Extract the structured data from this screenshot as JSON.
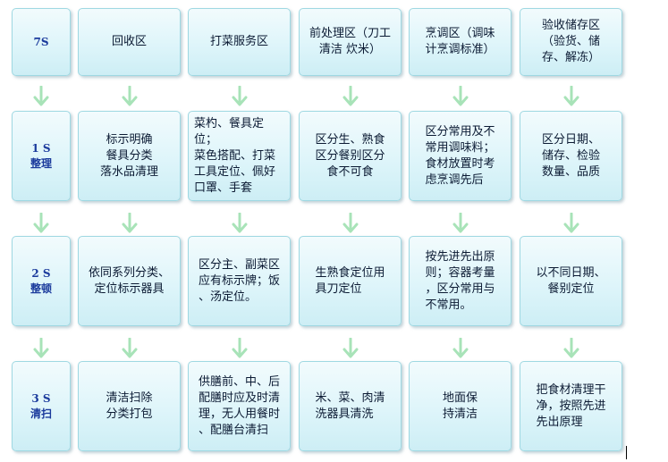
{
  "rows": [
    {
      "id": "row-7s",
      "cells": [
        "7S",
        "回收区",
        "打菜服务区",
        "前处理区（刀工\n清洁 炊米）",
        "烹调区（调味\n计烹调标准）",
        "验收储存区\n（验货、储\n存、解冻）"
      ]
    },
    {
      "id": "row-1s",
      "cells": [
        "1 S\n整理",
        "标示明确\n餐具分类\n落水品清理",
        "菜杓、餐具定位；\n菜色搭配、打菜\n工具定位、佩好\n口罩、手套",
        "区分生、熟食\n区分餐别区分\n食不可食",
        "区分常用及不\n常用调味料；\n食材放置时考\n虑烹调先后",
        "区分日期、\n储存、检验\n数量、品质"
      ]
    },
    {
      "id": "row-2s",
      "cells": [
        "2 S\n整顿",
        "依同系列分类、\n定位标示器具",
        "区分主、副菜区\n应有标示牌；饭\n、汤定位。",
        "生熟食定位用\n具刀定位",
        "按先进先出原\n则；容器考量\n，区分常用与\n不常用。",
        "以不同日期、\n餐别定位"
      ]
    },
    {
      "id": "row-3s",
      "cells": [
        "3 S\n清扫",
        "清洁扫除\n分类打包",
        "供膳前、中、后\n配膳时应及时清\n理，无人用餐时\n、配膳台清扫",
        "米、菜、肉清\n洗器具清洗",
        "地面保\n持清洁",
        "把食材清理干\n净，按照先进\n先出原理"
      ]
    }
  ],
  "colors": {
    "box_fill_top": "#f2fbfd",
    "box_fill_bottom": "#cdeef5",
    "box_border": "#9fd8e2",
    "arrow": "#a8e3b8",
    "head_text": "#1a3a9c",
    "body_text": "#0b1a33"
  }
}
